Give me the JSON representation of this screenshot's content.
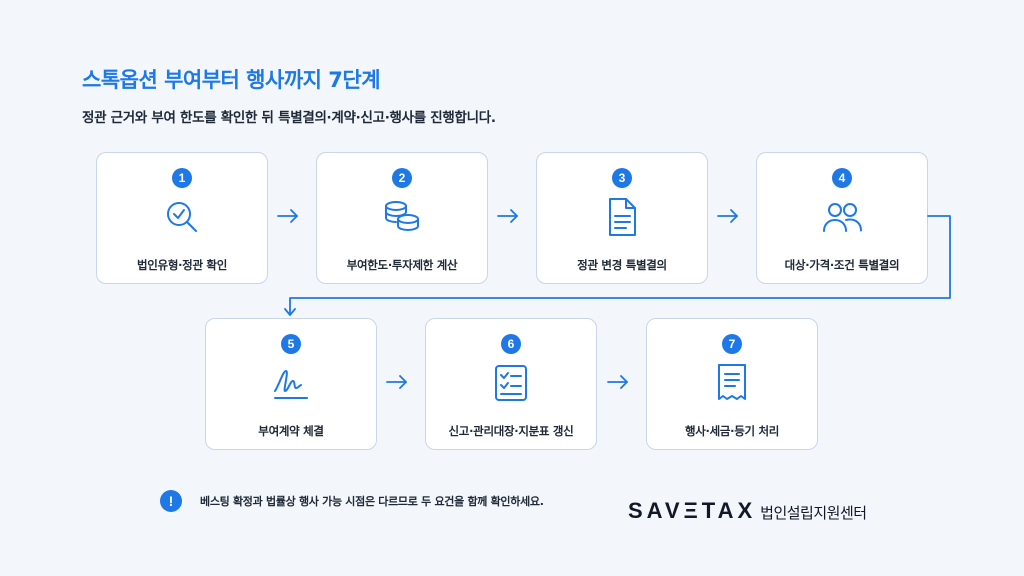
{
  "header": {
    "title": "스톡옵션 부여부터 행사까지 7단계",
    "subtitle": "정관 근거와 부여 한도를 확인한 뒤 특별결의·계약·신고·행사를 진행합니다."
  },
  "steps": [
    {
      "number": "1",
      "label": "법인유형·정관 확인",
      "icon": "magnifier-check-icon"
    },
    {
      "number": "2",
      "label": "부여한도·투자제한 계산",
      "icon": "coin-stack-icon"
    },
    {
      "number": "3",
      "label": "정관 변경 특별결의",
      "icon": "document-icon"
    },
    {
      "number": "4",
      "label": "대상·가격·조건 특별결의",
      "icon": "people-icon"
    },
    {
      "number": "5",
      "label": "부여계약 체결",
      "icon": "signature-icon"
    },
    {
      "number": "6",
      "label": "신고·관리대장·지분표 갱신",
      "icon": "checklist-icon"
    },
    {
      "number": "7",
      "label": "행사·세금·등기 처리",
      "icon": "receipt-icon"
    }
  ],
  "note": {
    "icon": "!",
    "text": "베스팅 확정과 법률상 행사 가능 시점은 다르므로 두 요건을 함께 확인하세요."
  },
  "brand": {
    "logo": "SAVΞTAX",
    "sub": "법인설립지원센터"
  },
  "colors": {
    "accent": "#1e78e6",
    "card_border": "#c9d6ea",
    "background": "#f3f6fa"
  }
}
